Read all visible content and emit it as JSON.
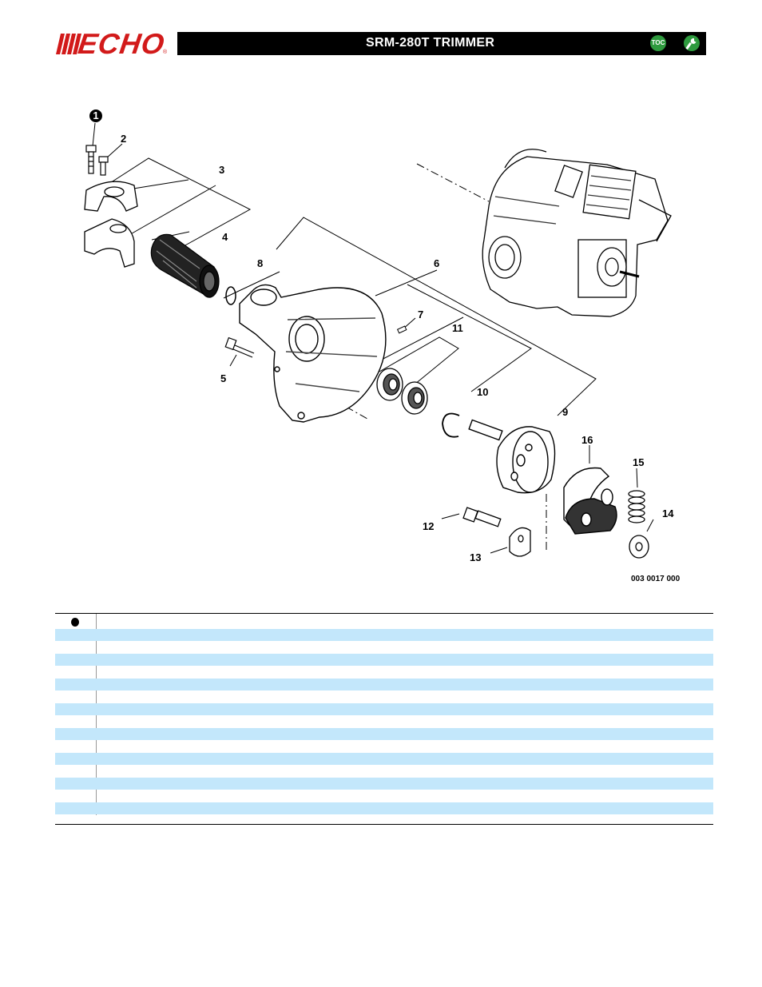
{
  "header": {
    "brand": "ECHO",
    "registered_mark": "®",
    "title": "SRM-280T TRIMMER",
    "toc_label": "TOC",
    "brand_color": "#d21a1a",
    "accent_color": "#2e9a3e"
  },
  "diagram": {
    "callouts": [
      "1",
      "2",
      "3",
      "4",
      "5",
      "6",
      "7",
      "8",
      "9",
      "10",
      "11",
      "12",
      "13",
      "14",
      "15",
      "16"
    ],
    "figure_number": "003 0017 000"
  },
  "table": {
    "row_colors": [
      "#c3e7fb",
      "#ffffff"
    ]
  }
}
